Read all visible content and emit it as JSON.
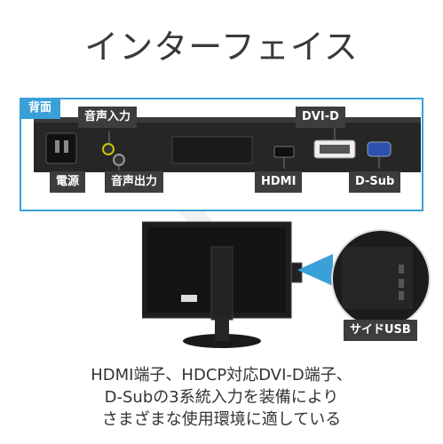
{
  "page": {
    "title": "インターフェイス"
  },
  "panel": {
    "tag": "背面"
  },
  "ports": {
    "audio_in": "音声入力",
    "audio_out": "音声出力",
    "power": "電源",
    "dvi": "DVI-D",
    "hdmi": "HDMI",
    "dsub": "D-Sub",
    "usb": "サイドUSB"
  },
  "description": {
    "line1": "HDMI端子、HDCP対応DVI-D端子、",
    "line2": "D-Subの3系統入力を装備により",
    "line3": "さまざまな使用環境に適している"
  },
  "colors": {
    "accent": "#3aa0d8",
    "label_bg": "#3d3d3d",
    "monitor": "#1e1e1e"
  }
}
